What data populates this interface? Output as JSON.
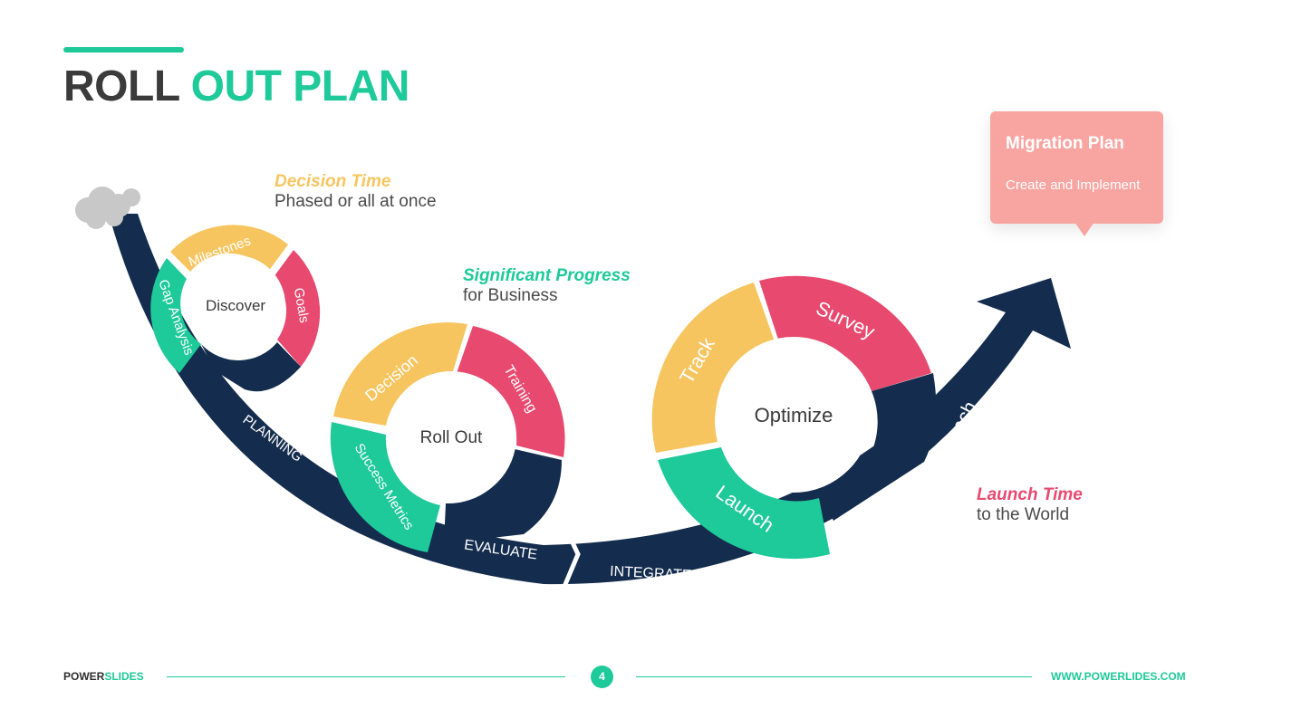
{
  "header": {
    "title_part1": "ROLL",
    "title_part2": "OUT PLAN"
  },
  "callouts": {
    "decision": {
      "title": "Decision Time",
      "subtitle": "Phased or all at once",
      "color": "#f7c55f"
    },
    "progress": {
      "title": "Significant Progress",
      "subtitle": "for Business",
      "color": "#1ec99a"
    },
    "launch": {
      "title": "Launch Time",
      "subtitle": "to the World",
      "color": "#e8496f"
    }
  },
  "migration": {
    "title": "Migration Plan",
    "subtitle": "Create and Implement",
    "color": "#f8a4a0"
  },
  "road": {
    "color": "#142c4d",
    "labels": {
      "planning": "PLANNING",
      "evaluate": "EVALUATE",
      "integrate": "INTEGRATE",
      "launch": "Launch"
    }
  },
  "cycles": {
    "discover": {
      "center": "Discover",
      "segments": {
        "milestones": "Milestones",
        "goals": "Goals",
        "gap_analysis": "Gap Analysis"
      }
    },
    "rollout": {
      "center": "Roll Out",
      "segments": {
        "decision": "Decision",
        "training": "Training",
        "success_metrics": "Success Metrics"
      }
    },
    "optimize": {
      "center": "Optimize",
      "segments": {
        "track": "Track",
        "survey": "Survey",
        "launch": "Launch"
      }
    }
  },
  "colors": {
    "teal": "#1ec99a",
    "yellow": "#f7c55f",
    "pink": "#e8496f",
    "navy": "#142c4d"
  },
  "footer": {
    "brand_part1": "POWER",
    "brand_part2": "SLIDES",
    "page_number": "4",
    "url": "WWW.POWERLIDES.COM"
  }
}
